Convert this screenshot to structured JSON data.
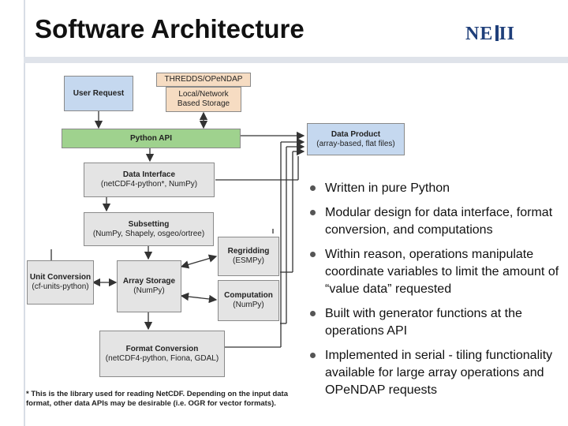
{
  "title": "Software Architecture",
  "logo": {
    "text": "NE",
    "text2": "II",
    "color": "#1f3f7a"
  },
  "diagram": {
    "user_request": "User Request",
    "thredds": "THREDDS/OPeNDAP",
    "storage": "Local/Network Based Storage",
    "python_api": "Python API",
    "data_product": {
      "title": "Data Product",
      "sub": "(array-based, flat files)"
    },
    "data_interface": {
      "title": "Data Interface",
      "sub": "(netCDF4-python*, NumPy)"
    },
    "subsetting": {
      "title": "Subsetting",
      "sub": "(NumPy, Shapely, osgeo/ortree)"
    },
    "regridding": {
      "title": "Regridding",
      "sub": "(ESMPy)"
    },
    "unit_conversion": {
      "title": "Unit Conversion",
      "sub": "(cf-units-python)"
    },
    "array_storage": {
      "title": "Array Storage",
      "sub": "(NumPy)"
    },
    "computation": {
      "title": "Computation",
      "sub": "(NumPy)"
    },
    "format_conversion": {
      "title": "Format Conversion",
      "sub": "(netCDF4-python, Fiona, GDAL)"
    }
  },
  "footnote": "* This is the library used for reading NetCDF. Depending on the input data format, other data APIs may be desirable (i.e. OGR for vector formats).",
  "bullets": [
    "Written in pure Python",
    "Modular design for data interface, format conversion, and computations",
    "Within reason, operations manipulate coordinate variables to limit the amount of “value data” requested",
    "Built with generator functions at the operations API",
    "Implemented in serial - tiling functionality available for large array operations and OPeNDAP requests"
  ],
  "colors": {
    "blue_box": "#c5d8ef",
    "gray_box": "#e4e4e4",
    "tan_box": "#f6dcc2",
    "green_box": "#9fd28e"
  }
}
